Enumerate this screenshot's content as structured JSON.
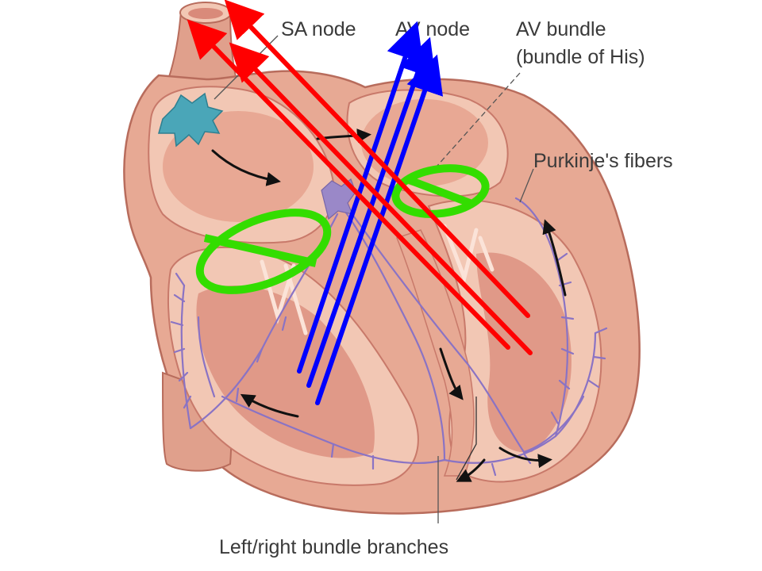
{
  "labels": {
    "sa_node": "SA node",
    "av_node": "AV node",
    "av_bundle_line1": "AV bundle",
    "av_bundle_line2": "(bundle of His)",
    "purkinje": "Purkinje's fibers",
    "bundle_branches": "Left/right bundle branches"
  },
  "colors": {
    "heart_outer": "#e7a994",
    "heart_dark": "#c8796a",
    "heart_inner": "#f2c7b4",
    "chamber": "#d98a7a",
    "fiber": "#8a73c4",
    "sa_node": "#4aa6b8",
    "av_node": "#9a88c8",
    "red_arrows": "#ff0000",
    "blue_arrows": "#0000ff",
    "green_marks": "#33dd00"
  }
}
